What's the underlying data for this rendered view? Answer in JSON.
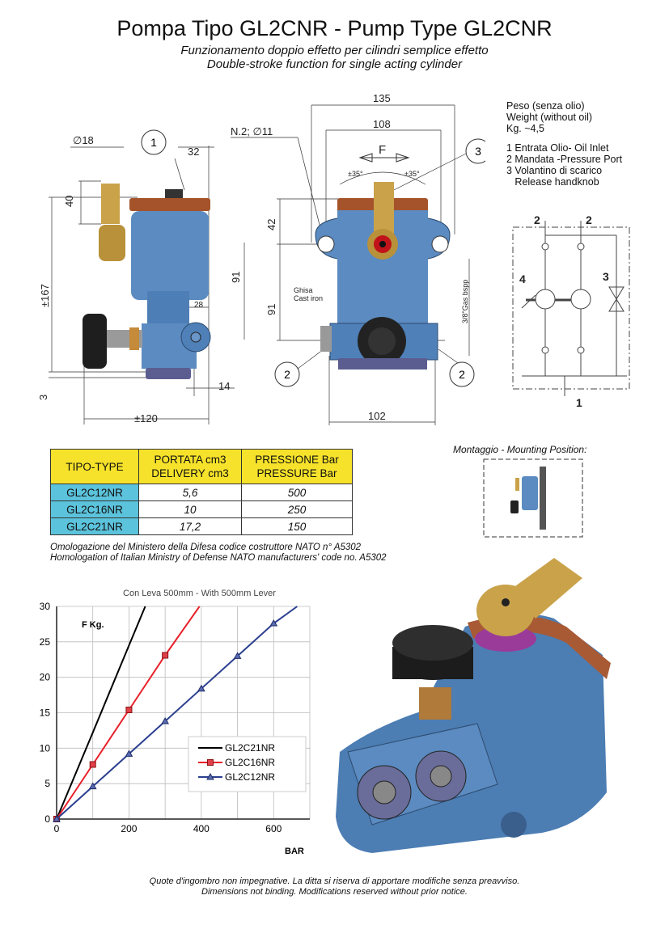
{
  "header": {
    "title": "Pompa Tipo GL2CNR - Pump Type GL2CNR",
    "subtitle_it": "Funzionamento doppio effetto per cilindri semplice effetto",
    "subtitle_en": "Double-stroke function for single acting cylinder"
  },
  "side_view": {
    "dims": {
      "d18": "∅18",
      "d32": "32",
      "d40": "40",
      "d167": "±167",
      "d91": "91",
      "d28": "28",
      "d3": "3",
      "d14": "14",
      "d120": "±120"
    },
    "callout": "1"
  },
  "front_view": {
    "dims": {
      "d135": "135",
      "d108": "108",
      "holes": "N.2; ∅11",
      "f": "F",
      "a1": "±35°",
      "a2": "±35°",
      "d42": "42",
      "d91": "91",
      "d102": "102",
      "thread": "3/8\"Gas bspp"
    },
    "material_it": "Ghisa",
    "material_en": "Cast iron",
    "callouts": [
      "3",
      "2",
      "2"
    ]
  },
  "specs": {
    "weight_it": "Peso (senza olio)",
    "weight_en": "Weight (without oil)",
    "weight_val": "Kg. ~4,5",
    "legend": [
      "1 Entrata Olio- Oil Inlet",
      "2 Mandata -Pressure Port",
      "3 Volantino di scarico",
      "   Release handknob"
    ]
  },
  "schematic": {
    "labels": [
      "2",
      "2",
      "4",
      "3",
      "1"
    ]
  },
  "table": {
    "headers": [
      "TIPO-TYPE",
      "PORTATA cm3",
      "DELIVERY cm3",
      "PRESSIONE Bar",
      "PRESSURE Bar"
    ],
    "rows": [
      {
        "type": "GL2C12NR",
        "delivery": "5,6",
        "pressure": "500"
      },
      {
        "type": "GL2C16NR",
        "delivery": "10",
        "pressure": "250"
      },
      {
        "type": "GL2C21NR",
        "delivery": "17,2",
        "pressure": "150"
      }
    ]
  },
  "notes": [
    "Omologazione del Ministero della Difesa codice costruttore NATO n° A5302",
    "Homologation of Italian Ministry of Defense NATO manufacturers' code no. A5302"
  ],
  "mounting": {
    "label": "Montaggio - Mounting Position:"
  },
  "chart_data": {
    "type": "line",
    "title": "Con Leva 500mm - With 500mm Lever",
    "xlabel": "BAR",
    "ylabel": "F Kg.",
    "xlim": [
      0,
      700
    ],
    "ylim": [
      0,
      30
    ],
    "xticks": [
      0,
      200,
      400,
      600
    ],
    "yticks": [
      0,
      5,
      10,
      15,
      20,
      25,
      30
    ],
    "grid": true,
    "legend_position": "bottom-right",
    "series": [
      {
        "name": "GL2C21NR",
        "color": "#000000",
        "marker": "none",
        "x": [
          0,
          100,
          200,
          245
        ],
        "y": [
          0,
          12.2,
          24.5,
          30
        ]
      },
      {
        "name": "GL2C16NR",
        "color": "#e8202a",
        "marker": "square",
        "x": [
          0,
          100,
          200,
          300
        ],
        "y": [
          0,
          7.7,
          15.4,
          23.1
        ],
        "line_to": [
          395,
          30
        ]
      },
      {
        "name": "GL2C12NR",
        "color": "#2b3f8f",
        "marker": "triangle",
        "x": [
          0,
          100,
          200,
          300,
          400,
          500,
          600
        ],
        "y": [
          0,
          4.6,
          9.2,
          13.8,
          18.4,
          23.0,
          27.6
        ],
        "line_to": [
          665,
          30
        ]
      }
    ]
  },
  "footer": {
    "line1": "Quote d'ingombro non impegnative. La ditta si riserva di apportare modifiche senza preavviso.",
    "line2": "Dimensions not binding. Modifications reserved without  prior notice."
  }
}
